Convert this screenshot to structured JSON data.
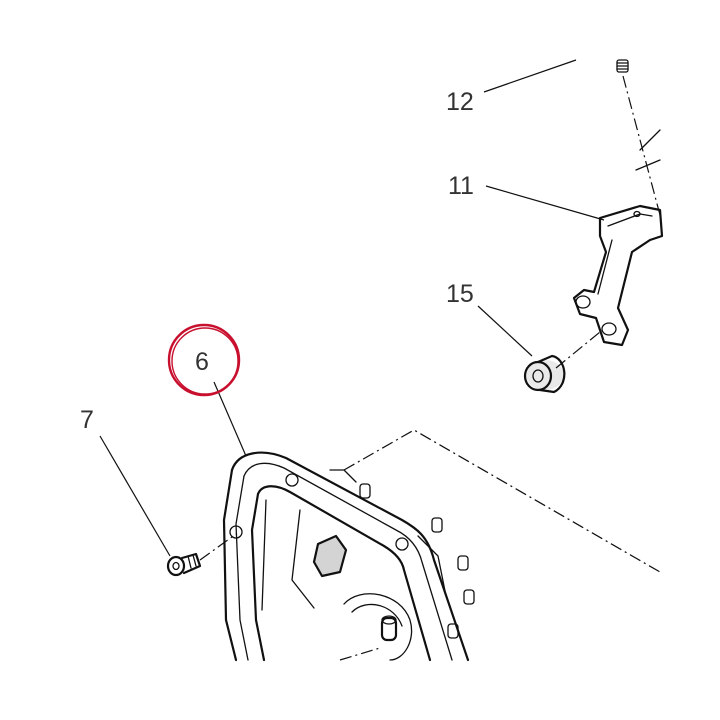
{
  "diagram": {
    "callouts": {
      "c12": "12",
      "c11": "11",
      "c15": "15",
      "c6": "6",
      "c7": "7"
    },
    "highlight_color": "#c8102e",
    "line_color": "#111111"
  }
}
